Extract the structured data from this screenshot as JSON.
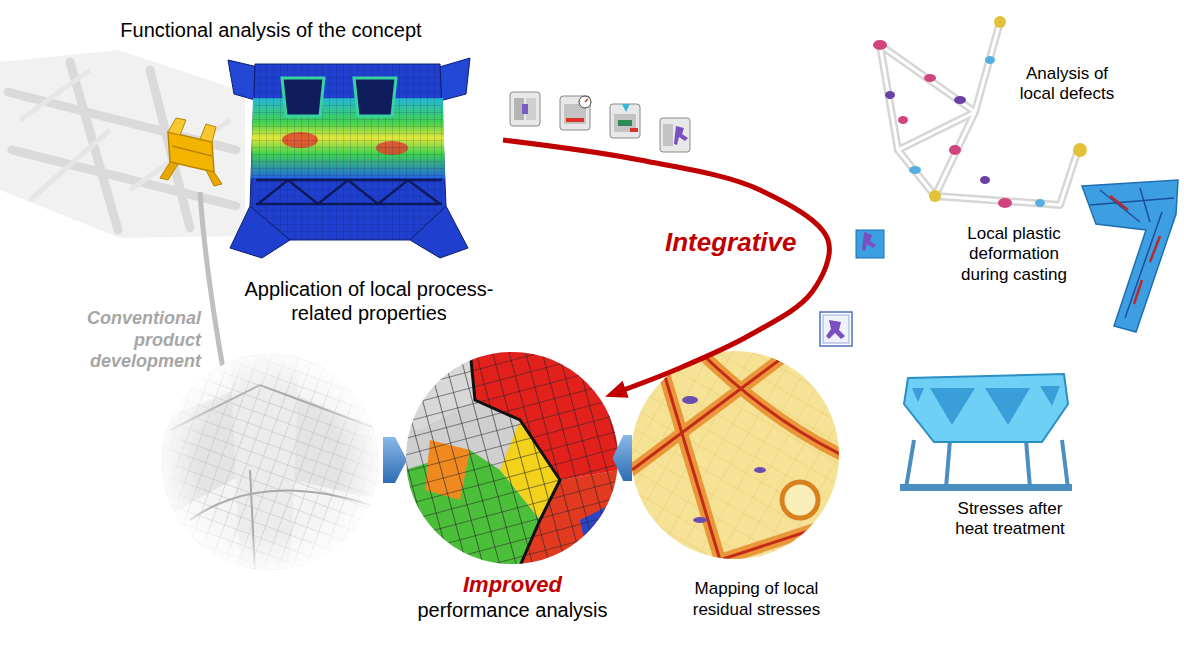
{
  "diagram": {
    "nodes": [
      {
        "text": [
          "Functional analysis of the concept"
        ]
      },
      {
        "text": [
          "Application of local process-related properties"
        ]
      },
      {
        "text": [
          "Analysis of local defects"
        ]
      },
      {
        "text": [
          "Local plastic deformation during casting"
        ]
      },
      {
        "text": [
          "Stresses after heat treatment"
        ]
      },
      {
        "text": [
          "Mapping of local residual stresses"
        ]
      },
      {
        "text": [
          "Improved",
          "performance analysis"
        ]
      }
    ],
    "edges": [
      {
        "from": 1,
        "to": 6,
        "label": "Integrative",
        "arrow": "to"
      },
      {
        "from": 5,
        "to": 6,
        "arrow": "to"
      }
    ],
    "labels": [
      "Conventional product development"
    ]
  }
}
